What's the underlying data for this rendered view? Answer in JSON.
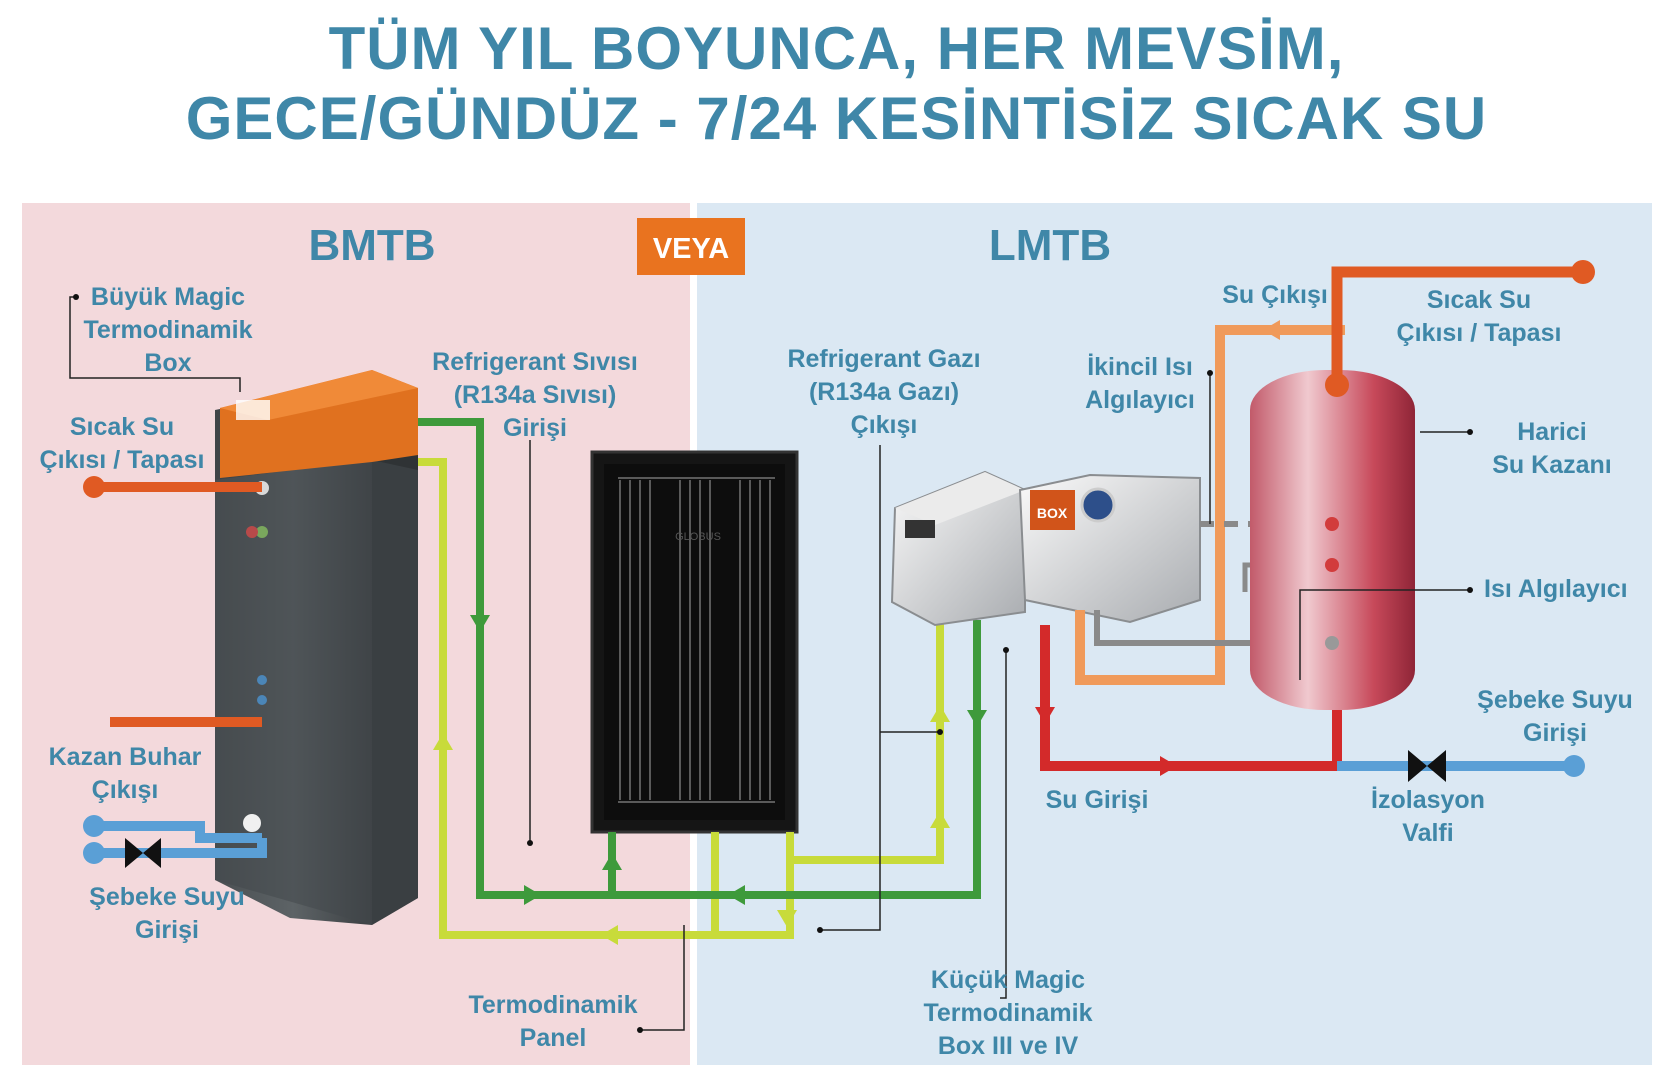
{
  "title": {
    "line1": "TÜM YIL BOYUNCA, HER MEVSİM,",
    "line2": "GECE/GÜNDÜZ - 7/24 KESİNTİSİZ SICAK SU"
  },
  "left_section": {
    "heading": "BMTB",
    "labels": {
      "big_box": [
        "Büyük Magic",
        "Termodinamik",
        "Box"
      ],
      "hot_out": [
        "Sıcak Su",
        "Çıkısı / Tapası"
      ],
      "boiler_steam": [
        "Kazan Buhar",
        "Çıkışı"
      ],
      "mains_in": [
        "Şebeke Suyu",
        "Girişi"
      ],
      "refrigerant_liquid": [
        "Refrigerant Sıvısı",
        "(R134a Sıvısı)",
        "Girişi"
      ]
    }
  },
  "separator": {
    "label": "VEYA"
  },
  "right_section": {
    "heading": "LMTB",
    "labels": {
      "refrigerant_gas": [
        "Refrigerant Gazı",
        "(R134a Gazı)",
        "Çıkışı"
      ],
      "water_out": "Su Çıkışı",
      "hot_out": [
        "Sıcak Su",
        "Çıkısı / Tapası"
      ],
      "secondary_sensor": [
        "İkincil Isı",
        "Algılayıcı"
      ],
      "external_tank": [
        "Harici",
        "Su Kazanı"
      ],
      "heat_sensor": "Isı Algılayıcı",
      "mains_in": [
        "Şebeke Suyu",
        "Girişi"
      ],
      "water_in": "Su Girişi",
      "isolation_valve": [
        "İzolasyon",
        "Valfi"
      ],
      "small_box": [
        "Küçük Magic",
        "Termodinamik",
        "Box III ve IV"
      ]
    }
  },
  "panel": {
    "label": [
      "Termodinamik",
      "Panel"
    ],
    "brand": "GLOBUS"
  },
  "device_logos": {
    "small_box_text": "BOX"
  },
  "colors": {
    "title": "#3f87a8",
    "left_bg": "#f3d9dc",
    "right_bg": "#dbe8f3",
    "veya_bg": "#e9731f",
    "hot_pipe": "#e05a23",
    "cold_pipe": "#5a9fd6",
    "liquid_line": "#3e9a3b",
    "gas_line": "#c8db3a",
    "red_pipe": "#d32a2a",
    "orange_pipe": "#f09a5a",
    "sensor_pipe": "#8a8a8a"
  },
  "icons": [
    "valve-icon",
    "solar-panel-icon",
    "heat-pump-icon",
    "water-tank-icon",
    "flow-arrow-icon"
  ]
}
